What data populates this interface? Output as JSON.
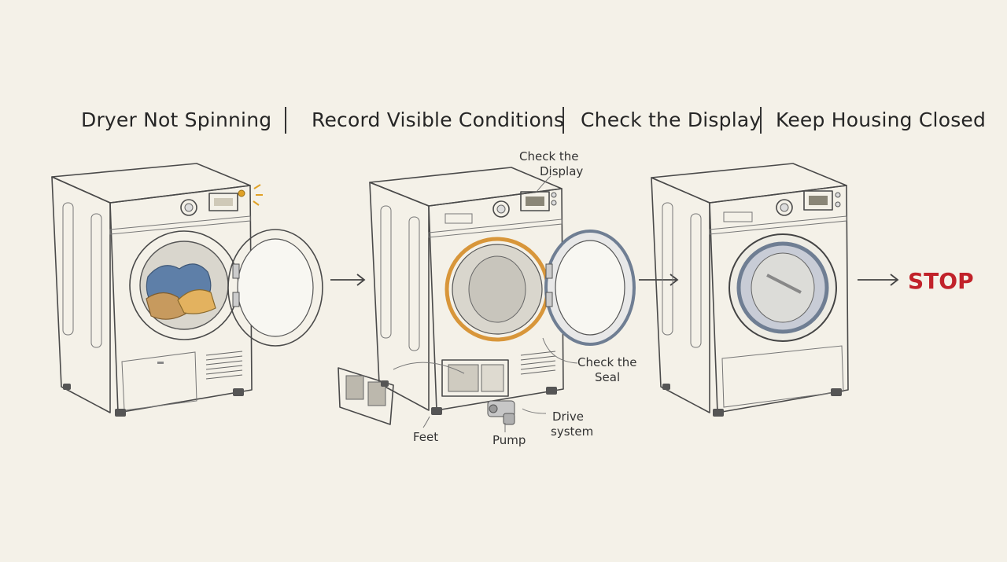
{
  "steps": [
    {
      "title": "Dryer Not Spinning"
    },
    {
      "title": "Record Visible Conditions"
    },
    {
      "title": "Check the Display"
    },
    {
      "title": "Keep Housing Closed"
    }
  ],
  "callouts": {
    "display_line1": "Check the",
    "display_line2": "Display",
    "seal_line1": "Check the",
    "seal_line2": "Seal",
    "drive_line1": "Drive",
    "drive_line2": "system",
    "feet": "Feet",
    "pump": "Pump"
  },
  "end_label": "STOP",
  "colors": {
    "background": "#f4f1e8",
    "stop_red": "#c1222a",
    "seal_orange": "#d8963a",
    "door_gray_blue": "#6f7e93",
    "clothes_blue": "#5e7fa8",
    "clothes_tan": "#c79a5e",
    "indicator_amber": "#e0a126"
  }
}
